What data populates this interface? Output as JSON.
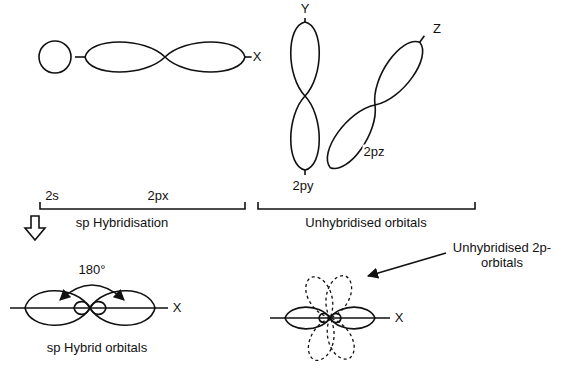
{
  "diagram": {
    "labels": [
      "X",
      "Y",
      "Z",
      "2py",
      "2pz",
      "2s",
      "2px",
      "sp Hybridisation",
      "Unhybridised orbitals",
      "180°",
      "X",
      "sp Hybrid orbitals",
      "Unhybridised 2p-orbitals",
      "X"
    ]
  }
}
